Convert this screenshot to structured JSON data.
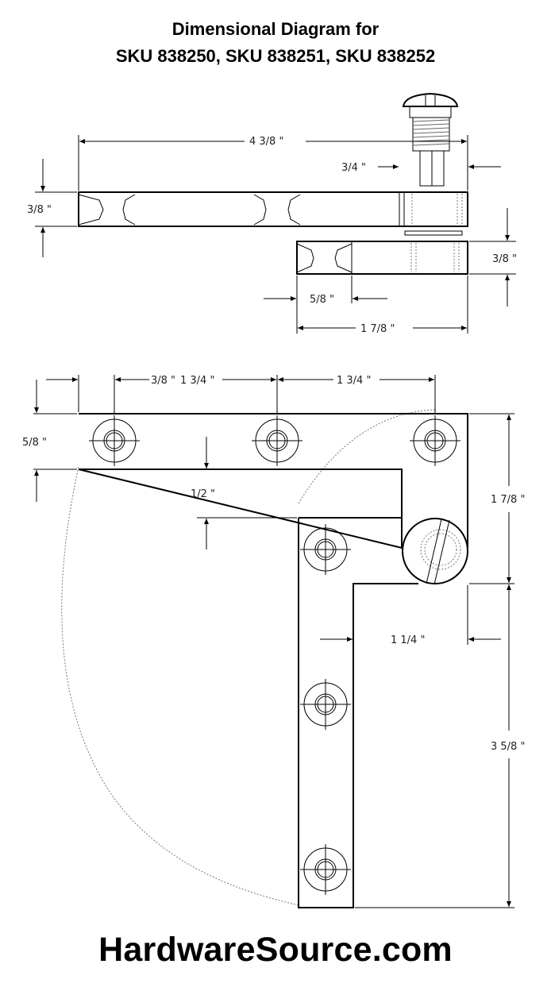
{
  "title_line1": "Dimensional Diagram for",
  "title_line2": "SKU 838250, SKU 838251, SKU 838252",
  "dims": {
    "top_total_length": "4 3/8 \"",
    "top_pin_offset": "3/4 \"",
    "top_thickness_upper": "3/8 \"",
    "top_thickness_lower": "3/8 \"",
    "lower_leaf_recess": "5/8 \"",
    "lower_leaf_length": "1 7/8 \"",
    "plan_edge_offset": "3/8 \"",
    "plan_hole_spacing_1": "1 3/4 \"",
    "plan_hole_spacing_2": "1 3/4 \"",
    "plan_arm_width": "5/8 \"",
    "plan_step": "1/2 \"",
    "plan_right_upper": "1 7/8 \"",
    "plan_pivot_offset": "1 1/4 \"",
    "plan_right_lower": "3 5/8 \""
  },
  "footer": "HardwareSource.com"
}
